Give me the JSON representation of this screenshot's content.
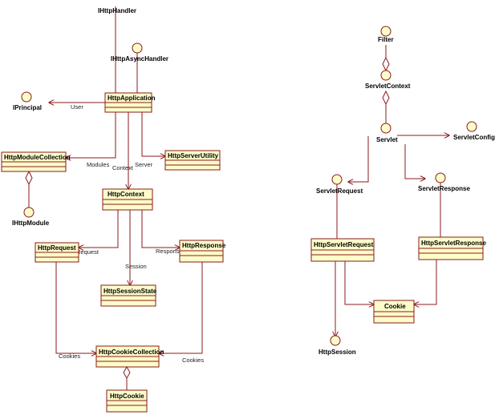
{
  "classes": {
    "http_application": "HttpApplication",
    "http_module_collection": "HttpModuleCollection",
    "http_server_utility": "HttpServerUtility",
    "http_context": "HttpContext",
    "http_request": "HttpRequest",
    "http_response": "HttpResponse",
    "http_session_state": "HttpSessionState",
    "http_cookie_collection": "HttpCookieCollection",
    "http_cookie": "HttpCookie",
    "http_servlet_request": "HttpServletRequest",
    "http_servlet_response": "HttpServletResponse",
    "cookie": "Cookie"
  },
  "interfaces": {
    "ihttp_handler": "IHttpHandler",
    "ihttp_async_handler": "IHttpAsyncHandler",
    "iprincipal": "IPrincipal",
    "ihttp_module": "IHttpModule",
    "filter": "Filter",
    "servlet_context": "ServletContext",
    "servlet": "Servlet",
    "servlet_config": "ServletConfig",
    "servlet_request": "ServletRequest",
    "servlet_response": "ServletResponse",
    "http_session": "HttpSession"
  },
  "edge_labels": {
    "user": "User",
    "modules": "Modules",
    "context": "Context",
    "server": "Server",
    "request": "Request",
    "response": "Response",
    "session": "Session",
    "cookies_left": "Cookies",
    "cookies_right": "Cookies"
  },
  "colors": {
    "box_fill": "#fdfdca",
    "line": "#8b1a1a"
  }
}
